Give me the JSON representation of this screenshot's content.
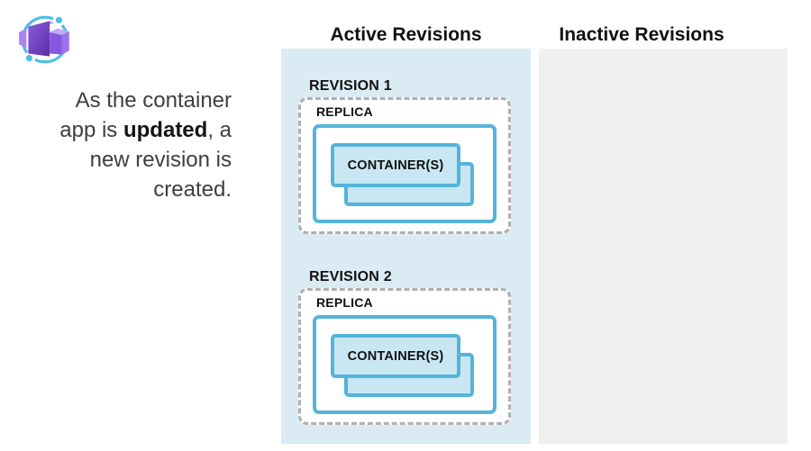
{
  "icon": {
    "name": "azure-container-apps-icon"
  },
  "intro": {
    "line1": "As the container",
    "line2_pre": "app is ",
    "line2_bold": "updated",
    "line2_post": ", a",
    "line3": "new revision is",
    "line4": "created."
  },
  "columns": {
    "active_title": "Active Revisions",
    "inactive_title": "Inactive Revisions"
  },
  "revisions": [
    {
      "label": "REVISION 1",
      "replica_label": "REPLICA",
      "container_label": "CONTAINER(S)"
    },
    {
      "label": "REVISION 2",
      "replica_label": "REPLICA",
      "container_label": "CONTAINER(S)"
    }
  ],
  "colors": {
    "active_panel_bg": "#daebf4",
    "inactive_panel_bg": "#efefef",
    "box_border_teal": "#54b4d9",
    "container_fill": "#c9e7f3",
    "dashed_border_gray": "#afafaf",
    "orbit_blue": "#4dbfe8",
    "icon_purple_dark": "#5f2fa8",
    "icon_purple_main": "#8a5adb",
    "icon_purple_light": "#ac84f2"
  }
}
